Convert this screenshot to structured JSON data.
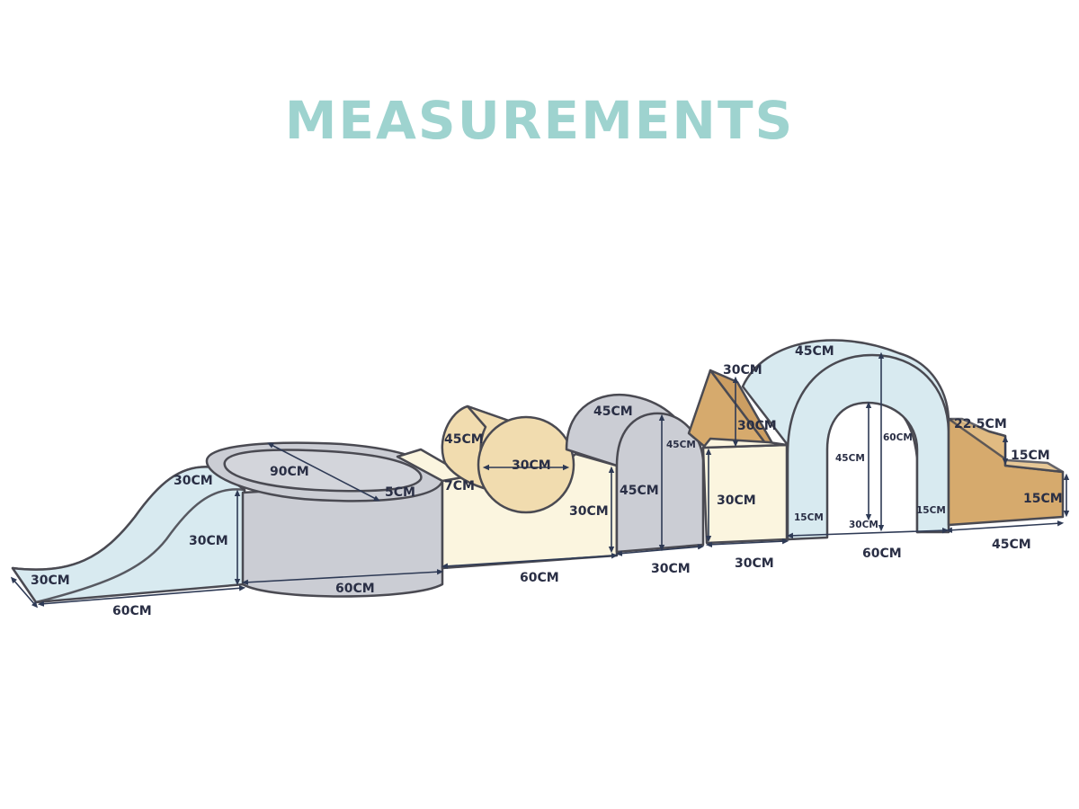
{
  "title": "MEASUREMENTS",
  "colors": {
    "title": "#9ed3cf",
    "light_blue": "#d8eaf0",
    "grey": "#cbcdd4",
    "cream": "#fbf5df",
    "beige": "#f1dcaf",
    "tan": "#d6aa6d",
    "outline": "#4a4a52",
    "dimension": "#2e3a55"
  },
  "pieces": [
    {
      "name": "Wave ramp",
      "dims": {
        "width": "30CM",
        "length": "60CM",
        "height": "30CM",
        "top": "30CM"
      }
    },
    {
      "name": "Ball pit",
      "dims": {
        "diameter": "90CM",
        "wall": "5CM",
        "height": "30CM",
        "base": "60CM"
      }
    },
    {
      "name": "Saddle block",
      "dims": {
        "lip": "7CM",
        "height": "30CM",
        "length": "60CM"
      }
    },
    {
      "name": "Cylinder",
      "dims": {
        "length": "45CM",
        "diameter": "30CM"
      }
    },
    {
      "name": "Half-moon",
      "dims": {
        "length": "45CM",
        "height": "45CM",
        "depth": "45CM",
        "base": "30CM"
      }
    },
    {
      "name": "Triangle wedge",
      "dims": {
        "side": "30CM",
        "height": "30CM"
      }
    },
    {
      "name": "Cube",
      "dims": {
        "height": "30CM",
        "base": "30CM"
      }
    },
    {
      "name": "Arch tunnel",
      "dims": {
        "depth": "45CM",
        "height": "60CM",
        "inner_height": "45CM",
        "inner_width": "30CM",
        "leg_left": "15CM",
        "leg_right": "15CM",
        "length": "60CM"
      }
    },
    {
      "name": "Steps",
      "dims": {
        "top": "22.5CM",
        "step": "15CM",
        "height": "15CM",
        "length": "45CM"
      }
    }
  ]
}
